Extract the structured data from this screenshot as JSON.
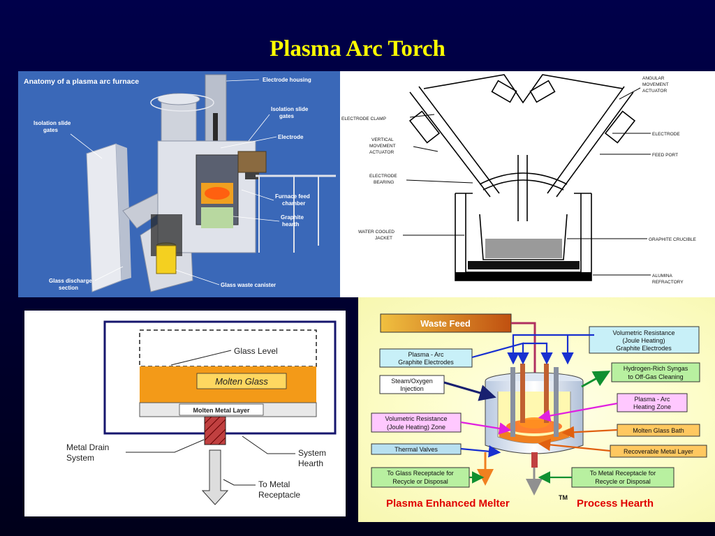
{
  "title": "Plasma Arc Torch",
  "furnace": {
    "heading": "Anatomy of a plasma arc furnace",
    "labels": {
      "electrode_housing": "Electrode housing",
      "isolation_slide_gates_left": [
        "Isolation slide",
        "gates"
      ],
      "isolation_slide_gates_right": [
        "Isolation slide",
        "gates"
      ],
      "electrode": "Electrode",
      "furnace_feed_chamber": [
        "Furnace feed",
        "chamber"
      ],
      "graphite_hearth": [
        "Graphite",
        "hearth"
      ],
      "glass_discharge_section": [
        "Glass discharge",
        "section"
      ],
      "glass_waste_canister": "Glass waste canister"
    }
  },
  "crucible": {
    "labels": {
      "angular_movement_actuator": [
        "ANGULAR",
        "MOVEMENT",
        "ACTUATOR"
      ],
      "electrode_clamp": "ELECTRODE CLAMP",
      "vertical_movement_actuator": [
        "VERTICAL",
        "MOVEMENT",
        "ACTUATOR"
      ],
      "electrode_bearing": [
        "ELECTRODE",
        "BEARING"
      ],
      "water_cooled_jacket": [
        "WATER COOLED",
        "JACKET"
      ],
      "electrode": "ELECTRODE",
      "feed_port": "FEED PORT",
      "graphite_crucible": "GRAPHITE CRUCIBLE",
      "alumina_refractory": [
        "ALUMINA",
        "REFRACTORY"
      ]
    }
  },
  "hearth": {
    "glass_level": "Glass Level",
    "molten_glass": "Molten Glass",
    "molten_metal_layer": "Molten Metal Layer",
    "metal_drain_system": [
      "Metal Drain",
      "System"
    ],
    "system_hearth": [
      "System",
      "Hearth"
    ],
    "to_metal_receptacle": [
      "To Metal",
      "Receptacle"
    ]
  },
  "melter": {
    "waste_feed": "Waste Feed",
    "volumetric_resistance_electrodes": [
      "Volumetric Resistance",
      "(Joule Heating)",
      "Graphite Electrodes"
    ],
    "plasma_arc_electrodes": [
      "Plasma - Arc",
      "Graphite Electrodes"
    ],
    "hydrogen_syngas": [
      "Hydrogen-Rich Syngas",
      "to Off-Gas Cleaning"
    ],
    "steam_oxygen": [
      "Steam/Oxygen",
      "Injection"
    ],
    "plasma_arc_zone": [
      "Plasma - Arc",
      "Heating Zone"
    ],
    "volumetric_resistance_zone": [
      "Volumetric Resistance",
      "(Joule Heating) Zone"
    ],
    "molten_glass_bath": "Molten Glass Bath",
    "thermal_valves": "Thermal Valves",
    "recoverable_metal_layer": "Recoverable Metal Layer",
    "to_glass_receptacle": [
      "To Glass Receptacle for",
      "Recycle or Disposal"
    ],
    "to_metal_receptacle": [
      "To Metal Receptacle for",
      "Recycle or Disposal"
    ],
    "caption": "Plasma Enhanced Melter",
    "caption_tm": "TM",
    "caption_tail": "Process Hearth"
  }
}
